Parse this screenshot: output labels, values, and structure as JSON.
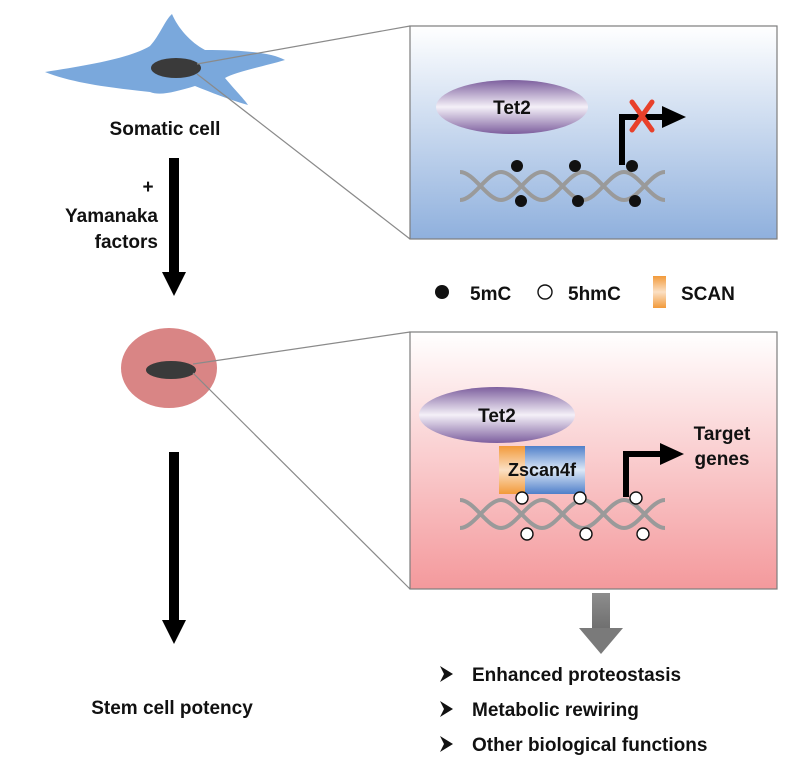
{
  "labels": {
    "somatic_cell": "Somatic cell",
    "plus": "+",
    "yamanaka_line1": "Yamanaka",
    "yamanaka_line2": "factors",
    "stem_cell_potency": "Stem cell potency"
  },
  "top_panel": {
    "tet2": "Tet2"
  },
  "legend": {
    "items": [
      "5mC",
      "5hmC",
      "SCAN"
    ]
  },
  "bottom_panel": {
    "tet2": "Tet2",
    "zscan4f": "Zscan4f",
    "target_line1": "Target",
    "target_line2": "genes"
  },
  "outcomes": [
    "Enhanced proteostasis",
    "Metabolic rewiring",
    "Other biological functions"
  ],
  "colors": {
    "somatic_cell": "#7aa8dc",
    "stem_cell": "#d98585",
    "top_panel_bottom": "#8fb0dd",
    "bottom_panel_bottom": "#f4999c",
    "tet2_purple": "#7d5f9e",
    "scan_orange": "#f29a3a",
    "block_x": "#e8402a"
  }
}
